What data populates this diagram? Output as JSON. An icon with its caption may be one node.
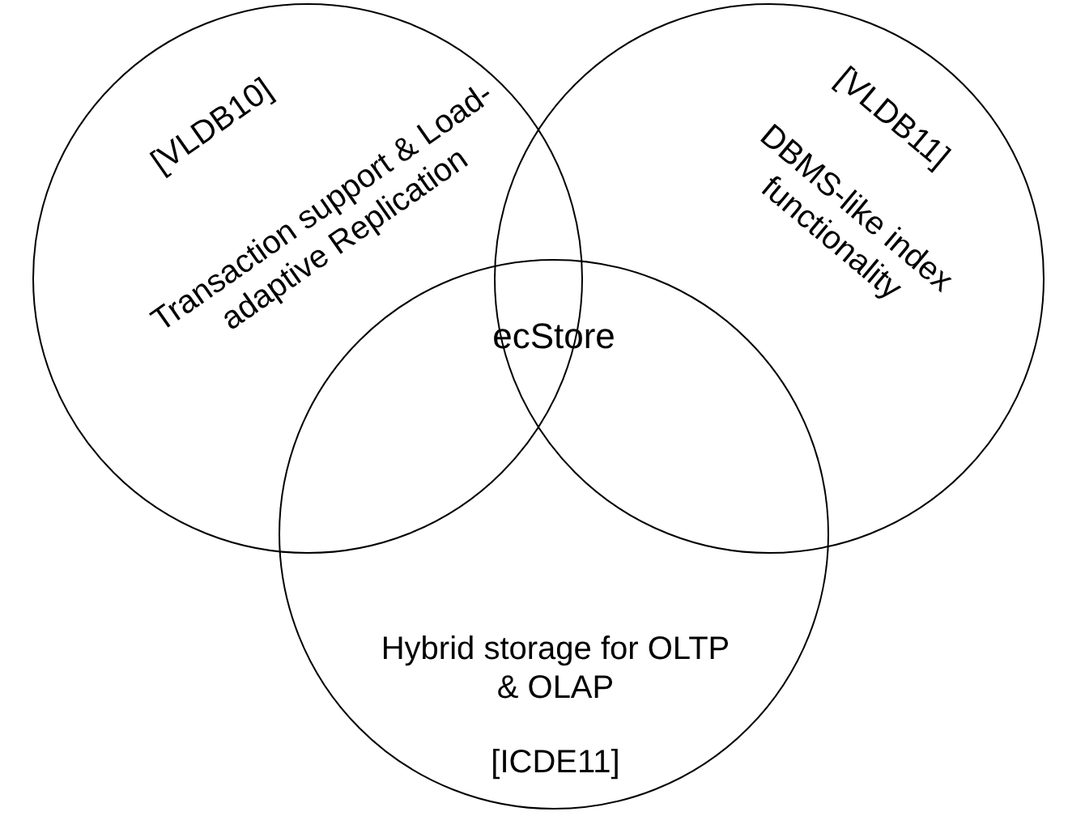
{
  "diagram": {
    "nodes": [
      {
        "text": [
          "[VLDB10]",
          "Transaction support & Load-adaptive Replication"
        ]
      },
      {
        "text": [
          "[VLDB11]",
          "DBMS-like index functionality"
        ]
      },
      {
        "text": [
          "Hybrid storage for OLTP & OLAP",
          "[ICDE11]"
        ]
      }
    ],
    "edges": [],
    "labels": [
      "ecStore"
    ]
  }
}
